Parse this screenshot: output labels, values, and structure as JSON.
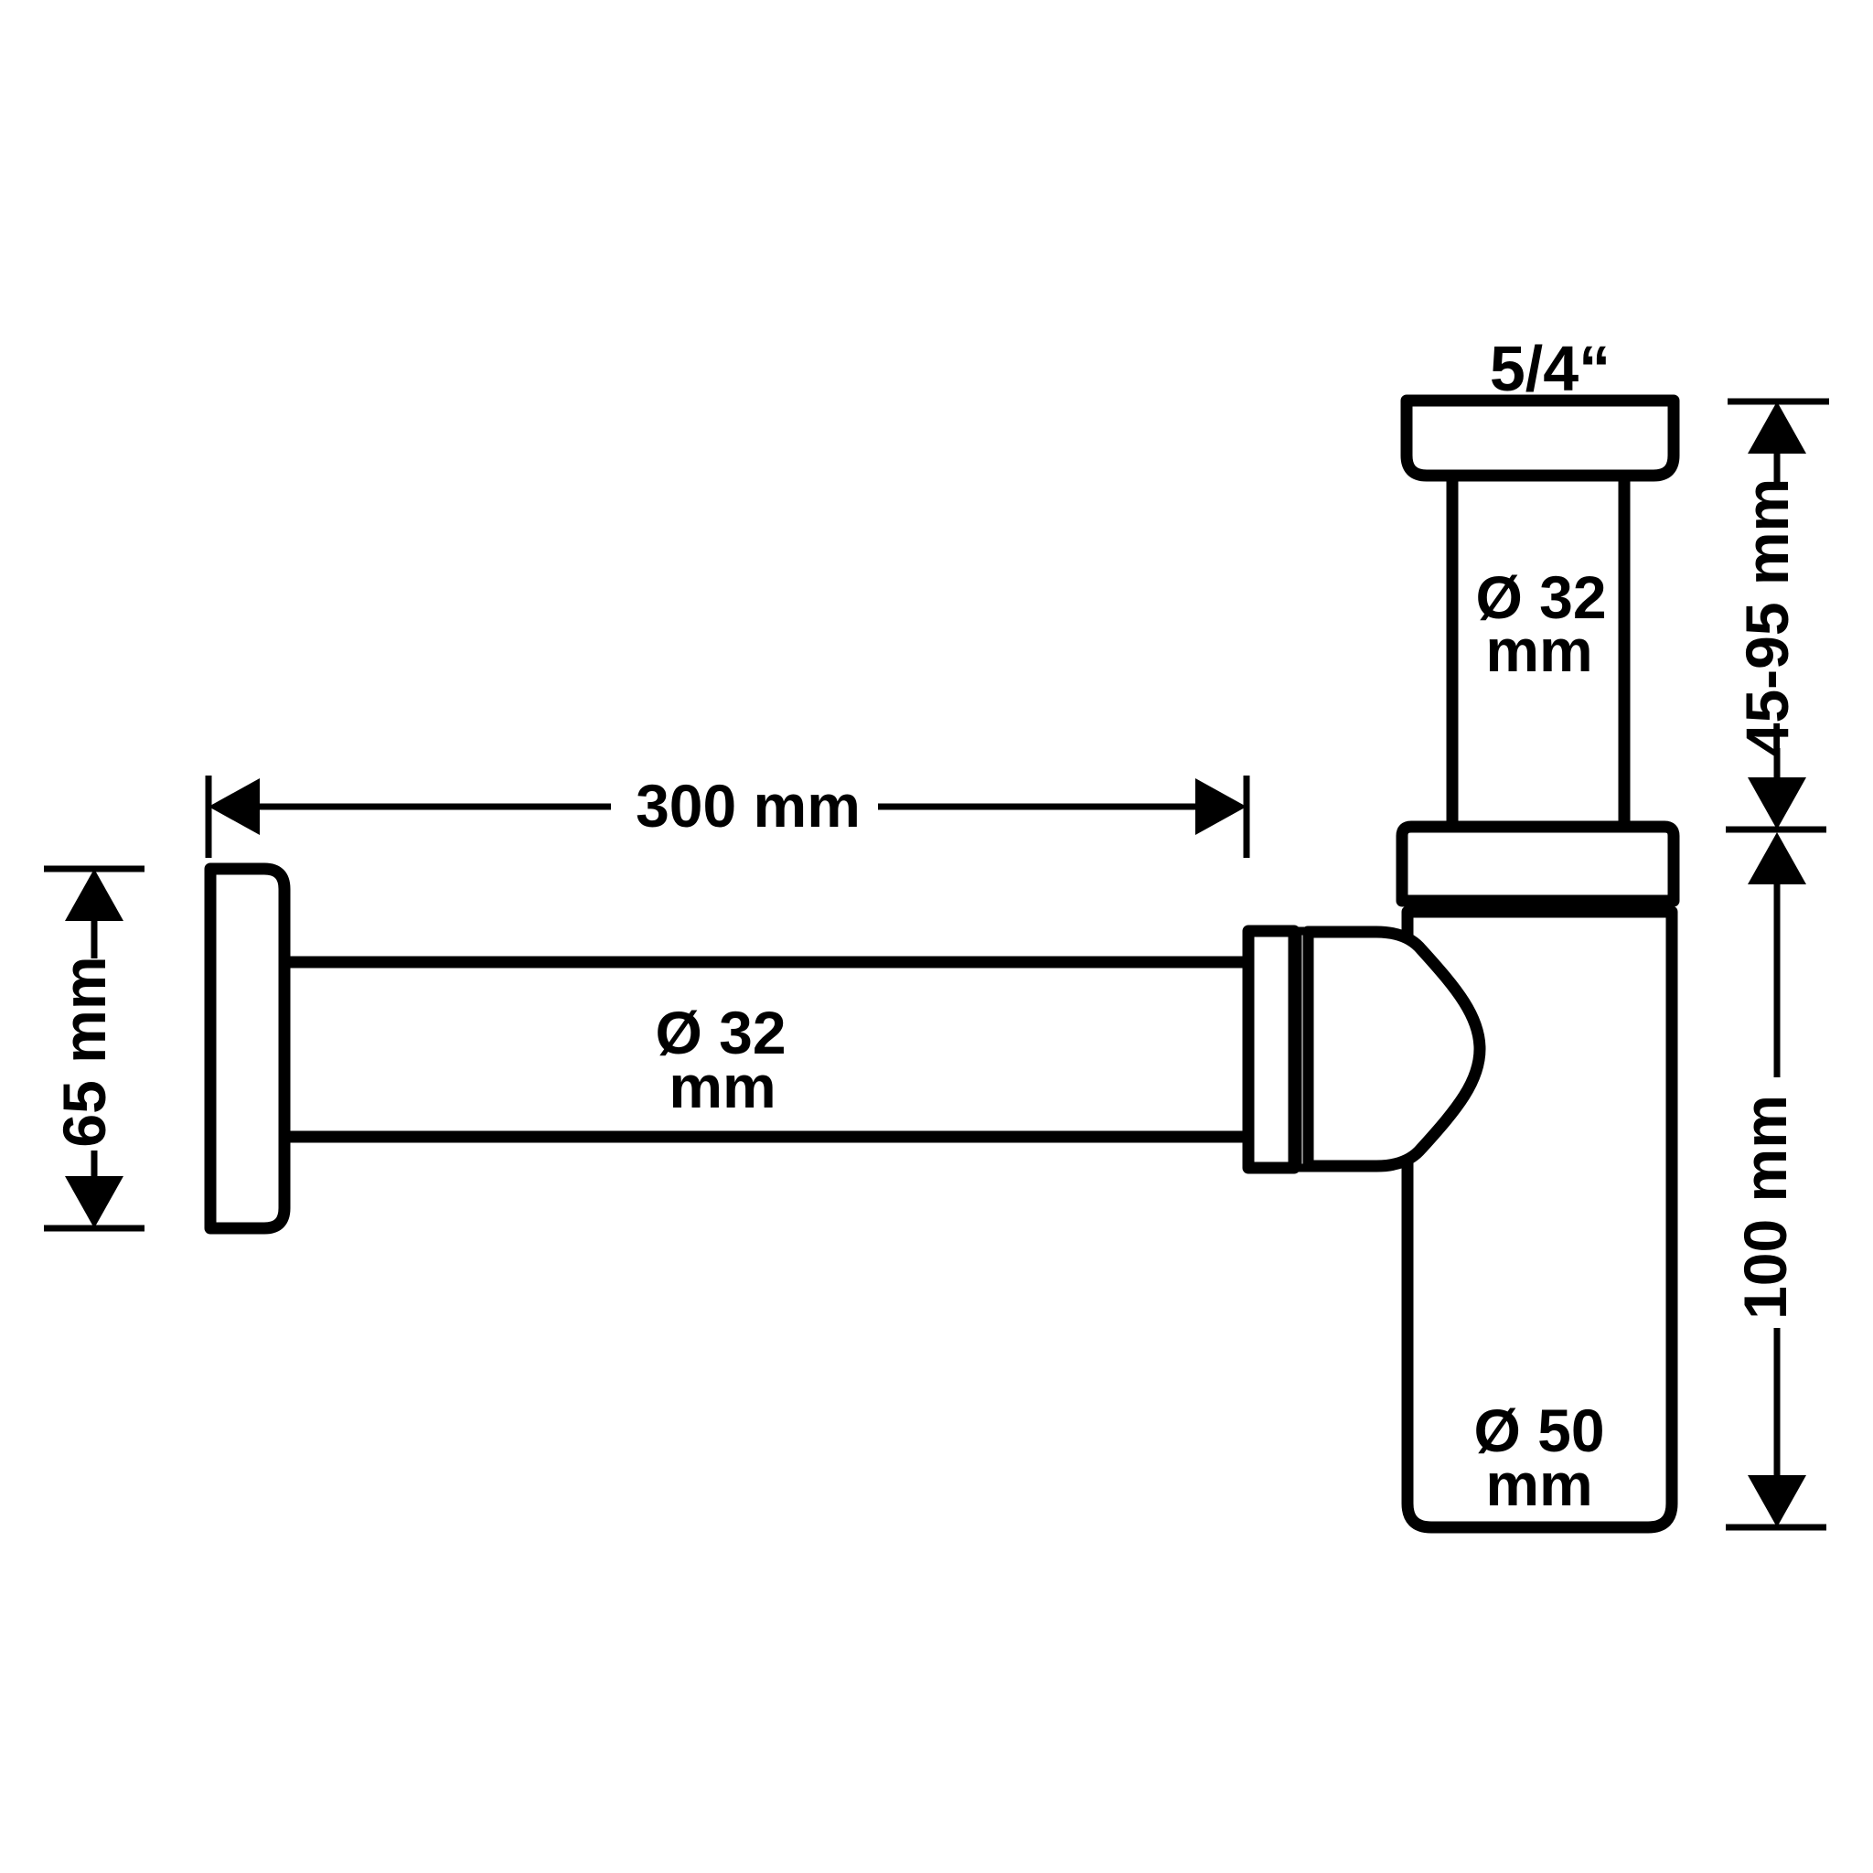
{
  "drawing": {
    "type": "technical-dimension-drawing",
    "subject": "bottle-trap-siphon",
    "colors": {
      "background": "#ffffff",
      "line": "#000000",
      "text": "#000000"
    },
    "labels": {
      "thread_size": "5/4“",
      "inlet_diameter": {
        "line1": "Ø 32",
        "line2": "mm"
      },
      "tube_length": "300 mm",
      "tube_diameter": {
        "line1": "Ø 32",
        "line2": "mm"
      },
      "flange_height": "65 mm",
      "adjustment_range": "45-95 mm",
      "body_height": "100 mm",
      "body_diameter": {
        "line1": "Ø 50",
        "line2": "mm"
      }
    }
  }
}
